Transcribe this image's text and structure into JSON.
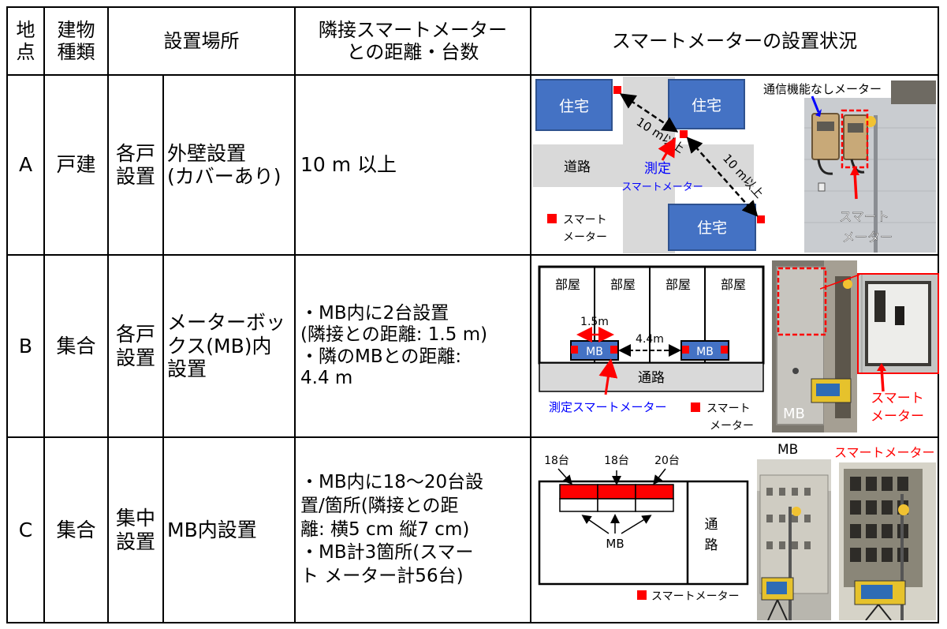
{
  "header": {
    "site": "地\n点",
    "building": "建物\n種類",
    "location": "設置場所",
    "neighbor": "隣接スマートメーター\nとの距離・台数",
    "status": "スマートメーターの設置状況"
  },
  "rows": [
    {
      "site": "A",
      "building": "戸建",
      "type": "各戸\n設置",
      "place": "外壁設置\n(カバーあり)",
      "neighbor": "10 m 以上",
      "diagram": {
        "house": "住宅",
        "road": "道路",
        "dist1": "10 m以上",
        "dist2": "10 m以上",
        "measured": "測定\nスマートメーター",
        "legend": "スマート\nメーター"
      },
      "photo": {
        "no_comm_label": "通信機能なしメーター",
        "meter_label": "スマート\nメーター"
      }
    },
    {
      "site": "B",
      "building": "集合",
      "type": "各戸\n設置",
      "place": "メーターボッ\nクス(MB)内\n設置",
      "neighbor": "・MB内に2台設置\n(隣接との距離: 1.5 m)\n・隣のMBとの距離:\n 4.4 m",
      "diagram": {
        "room": "部屋",
        "d1": "1.5m",
        "d2": "4.4m",
        "mb": "MB",
        "corridor": "通路",
        "measured": "測定スマートメーター",
        "legend": "スマート\nメーター"
      },
      "photo": {
        "mb_label": "MB",
        "meter_label": "スマート\nメーター"
      }
    },
    {
      "site": "C",
      "building": "集合",
      "type": "集中\n設置",
      "place": "MB内設置",
      "neighbor": "・MB内に18～20台設\n置/箇所(隣接との距\n離: 横5 cm 縦7 cm)\n・MB計3箇所(スマー\nト メーター計56台)",
      "diagram": {
        "c1": "18台",
        "c2": "18台",
        "c3": "20台",
        "mb": "MB",
        "corridor": "通\n路",
        "legend": "スマートメーター"
      },
      "photo": {
        "mb_label": "MB",
        "meter_label": "スマートメーター"
      }
    }
  ],
  "colors": {
    "house": "#4472C4",
    "meter": "#FF0000",
    "road": "#D9D9D9",
    "blue_text": "#0000FF"
  }
}
